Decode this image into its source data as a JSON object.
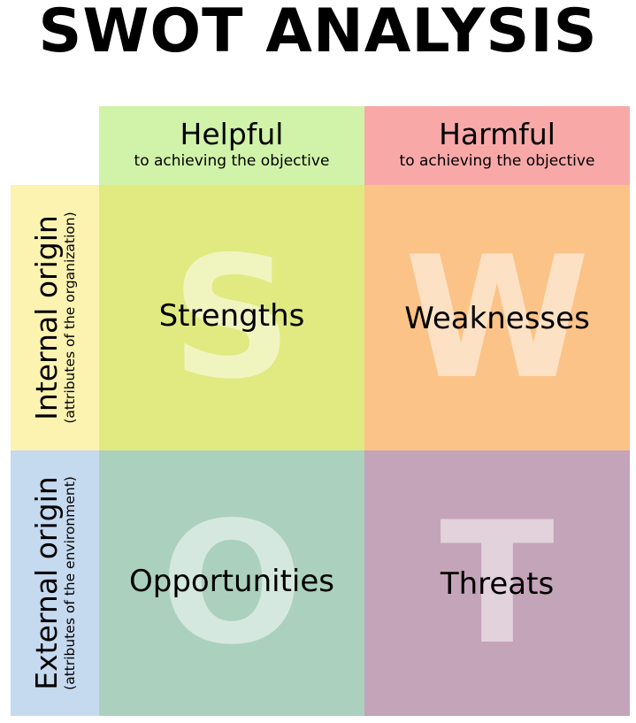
{
  "title": "SWOT ANALYSIS",
  "columns": [
    {
      "title": "Helpful",
      "subtitle": "to achieving the objective",
      "color": "#d1f3a9"
    },
    {
      "title": "Harmful",
      "subtitle": "to achieving the objective",
      "color": "#f9a8a8"
    }
  ],
  "rows": [
    {
      "title": "Internal origin",
      "subtitle": "(attributes of the organization)",
      "color": "#fdf3b0"
    },
    {
      "title": "External origin",
      "subtitle": "(attributes of the environment)",
      "color": "#c5d9ef"
    }
  ],
  "quadrants": [
    {
      "letter": "S",
      "label": "Strengths",
      "color": "#e0ea81"
    },
    {
      "letter": "W",
      "label": "Weaknesses",
      "color": "#fbc388"
    },
    {
      "letter": "O",
      "label": "Opportunities",
      "color": "#abd1be"
    },
    {
      "letter": "T",
      "label": "Threats",
      "color": "#c4a4b8"
    }
  ]
}
